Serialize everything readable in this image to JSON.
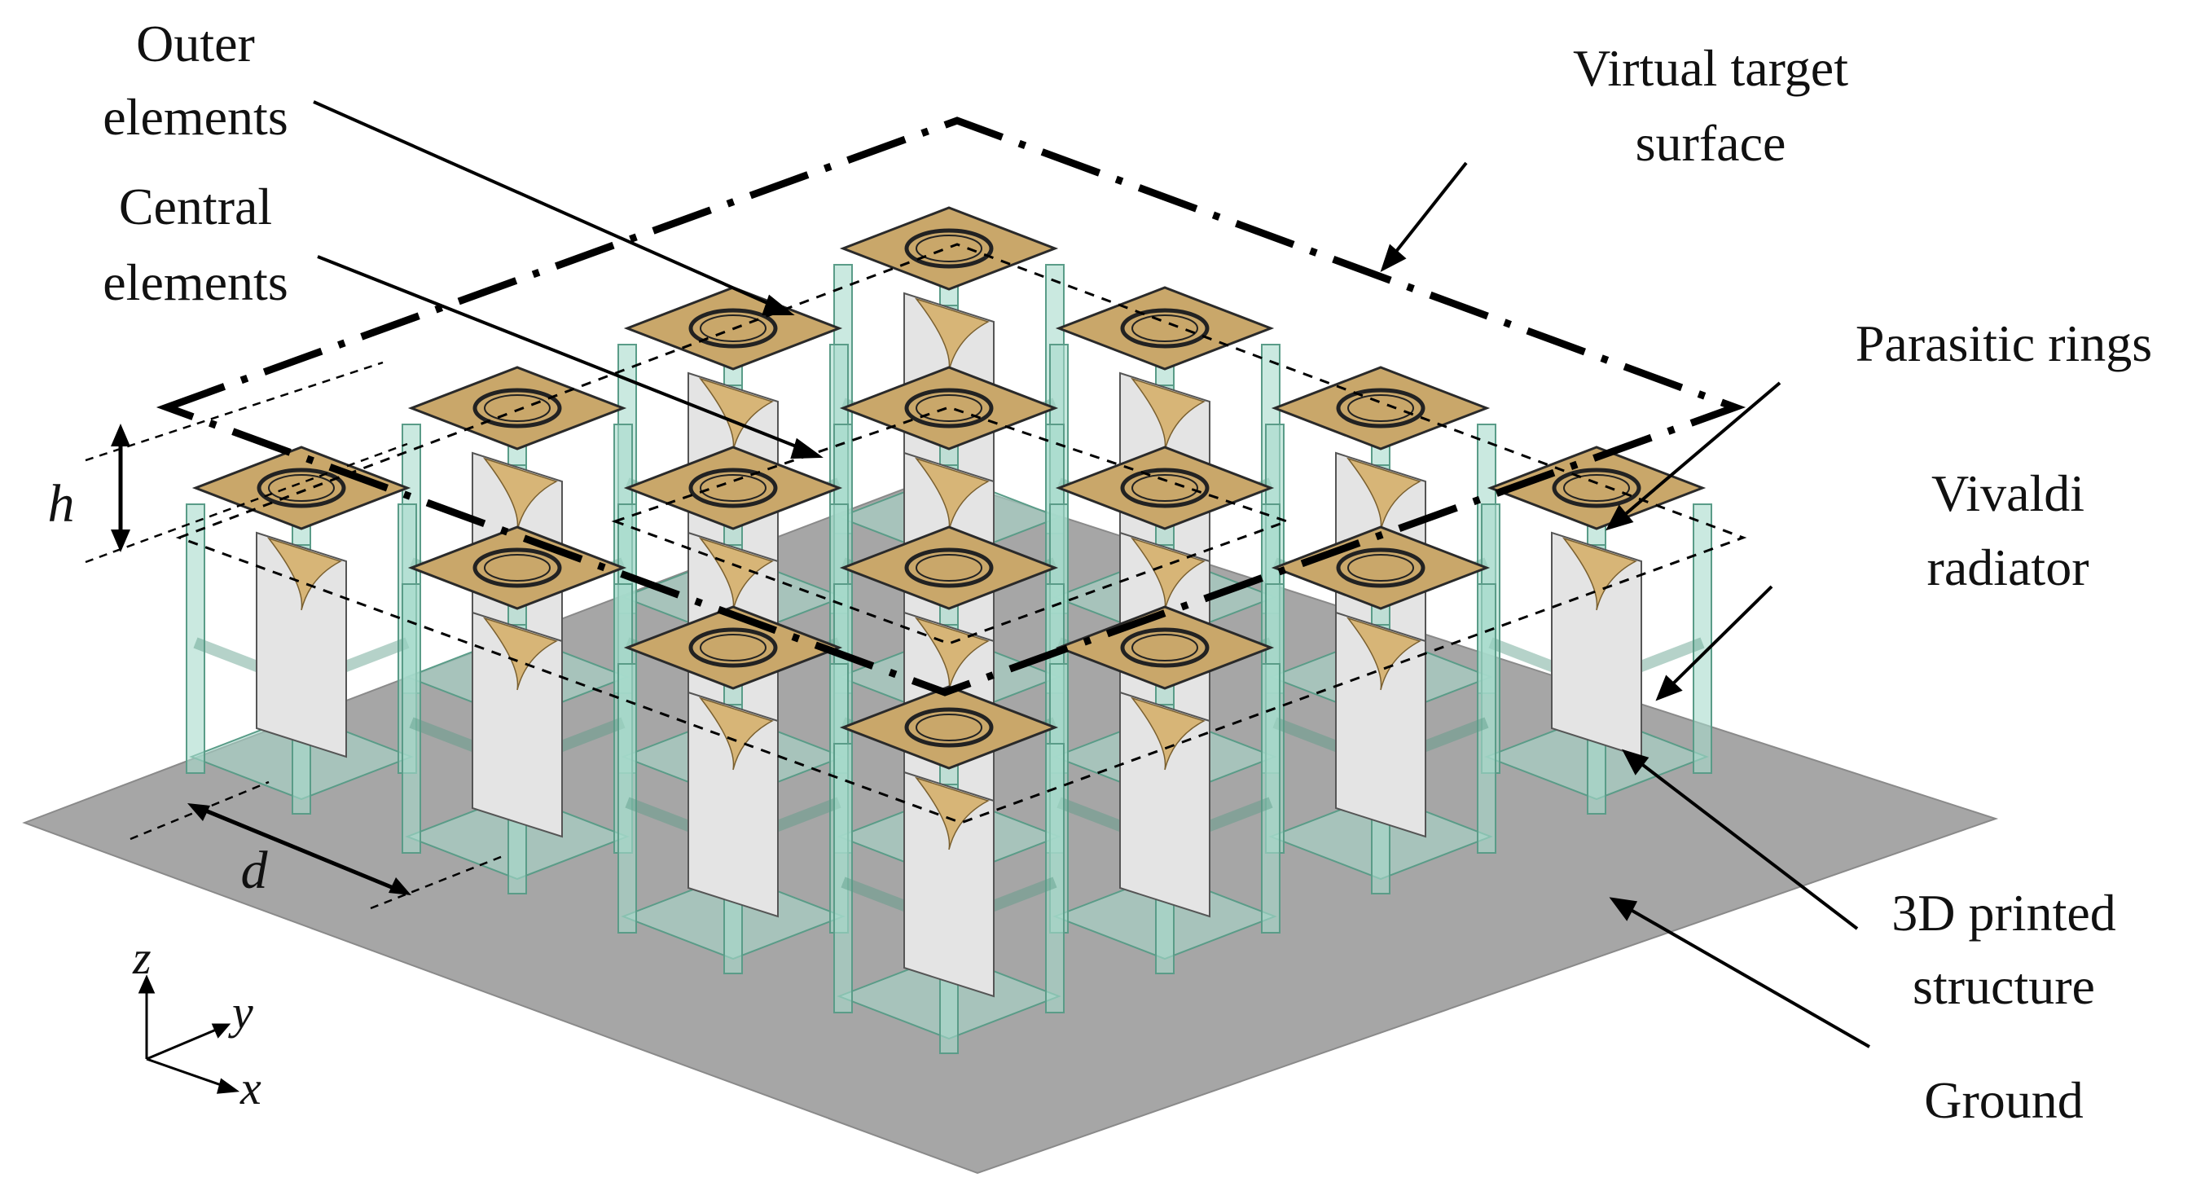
{
  "labels": {
    "outer_elements": [
      "Outer",
      "elements"
    ],
    "central_elements": [
      "Central",
      "elements"
    ],
    "virtual_target_surface": [
      "Virtual target",
      "surface"
    ],
    "parasitic_rings": "Parasitic rings",
    "vivaldi_radiator": [
      "Vivaldi",
      "radiator"
    ],
    "printed_structure": [
      "3D printed",
      "structure"
    ],
    "ground": "Ground",
    "height": "h",
    "spacing": "d"
  },
  "axes": {
    "x": "x",
    "y": "y",
    "z": "z"
  },
  "colors": {
    "patch_fill": "#c9a76a",
    "patch_edge": "#2a2a2a",
    "frame": "#a7dbcc",
    "frame_edge": "#5a9c88",
    "ground": "#a6a6a6",
    "vivaldi": "#e4e4e4",
    "vivaldi_flare": "#d7b577",
    "leader": "#000000"
  },
  "array": {
    "rows": 4,
    "cols": 4
  }
}
